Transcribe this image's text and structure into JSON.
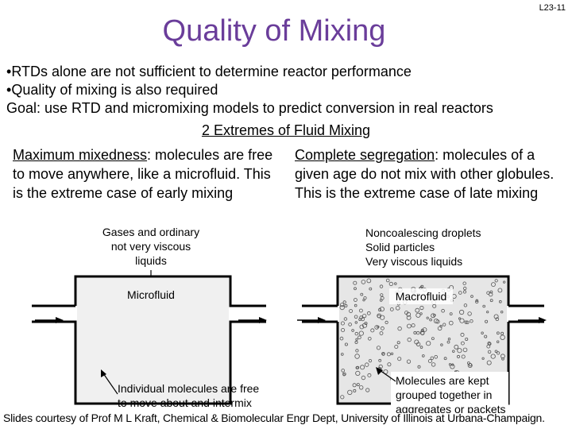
{
  "slide": {
    "number": "L23-11",
    "title": "Quality of Mixing",
    "bullets": [
      "RTDs alone are not sufficient to determine reactor performance",
      "Quality of mixing is also required"
    ],
    "bullet_symbol": "•",
    "goal": "Goal: use RTD and micromixing models to predict conversion in real reactors",
    "subheading": "2 Extremes of Fluid Mixing",
    "left": {
      "term": "Maximum mixedness",
      "text": ": molecules are free to move anywhere, like a microfluid.  This is the extreme case of early mixing"
    },
    "right": {
      "term": "Complete segregation",
      "text": ": molecules of a given age do not mix with other globules.  This is the extreme case of late mixing"
    },
    "figure_left": {
      "top_label": [
        "Gases and ordinary",
        "not very viscous",
        "liquids"
      ],
      "box_label": "Microfluid",
      "bottom_label": [
        "Individual molecules are free",
        "to move about and intermix"
      ]
    },
    "figure_right": {
      "top_label": [
        "Noncoalescing droplets",
        "Solid particles",
        "Very viscous liquids"
      ],
      "box_label": "Macrofluid",
      "bottom_label": [
        "Molecules are kept",
        "grouped together in",
        "aggregates or packets"
      ]
    },
    "footer": "Slides courtesy of Prof M L Kraft, Chemical & Biomolecular Engr Dept, University of Illinois at Urbana-Champaign."
  }
}
